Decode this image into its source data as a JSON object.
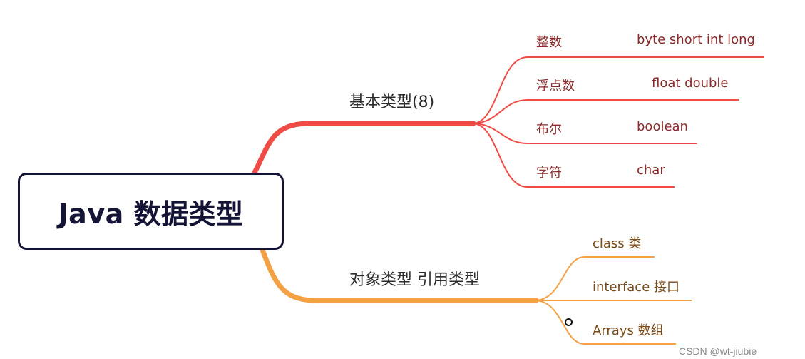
{
  "root": {
    "title": "Java 数据类型"
  },
  "branches": [
    {
      "label": "基本类型(8)",
      "color": "#f04b45",
      "children": [
        {
          "name": "整数",
          "detail": "byte short int long"
        },
        {
          "name": "浮点数",
          "detail": "float double"
        },
        {
          "name": "布尔",
          "detail": "boolean"
        },
        {
          "name": "字符",
          "detail": "char"
        }
      ]
    },
    {
      "label": "对象类型 引用类型",
      "color": "#f4a146",
      "children": [
        {
          "name": "class 类"
        },
        {
          "name": "interface 接口"
        },
        {
          "name": "Arrays 数组"
        }
      ]
    }
  ],
  "watermark": "CSDN @wt-jiubie",
  "icons": {
    "cursor": "cursor-ring-icon"
  }
}
